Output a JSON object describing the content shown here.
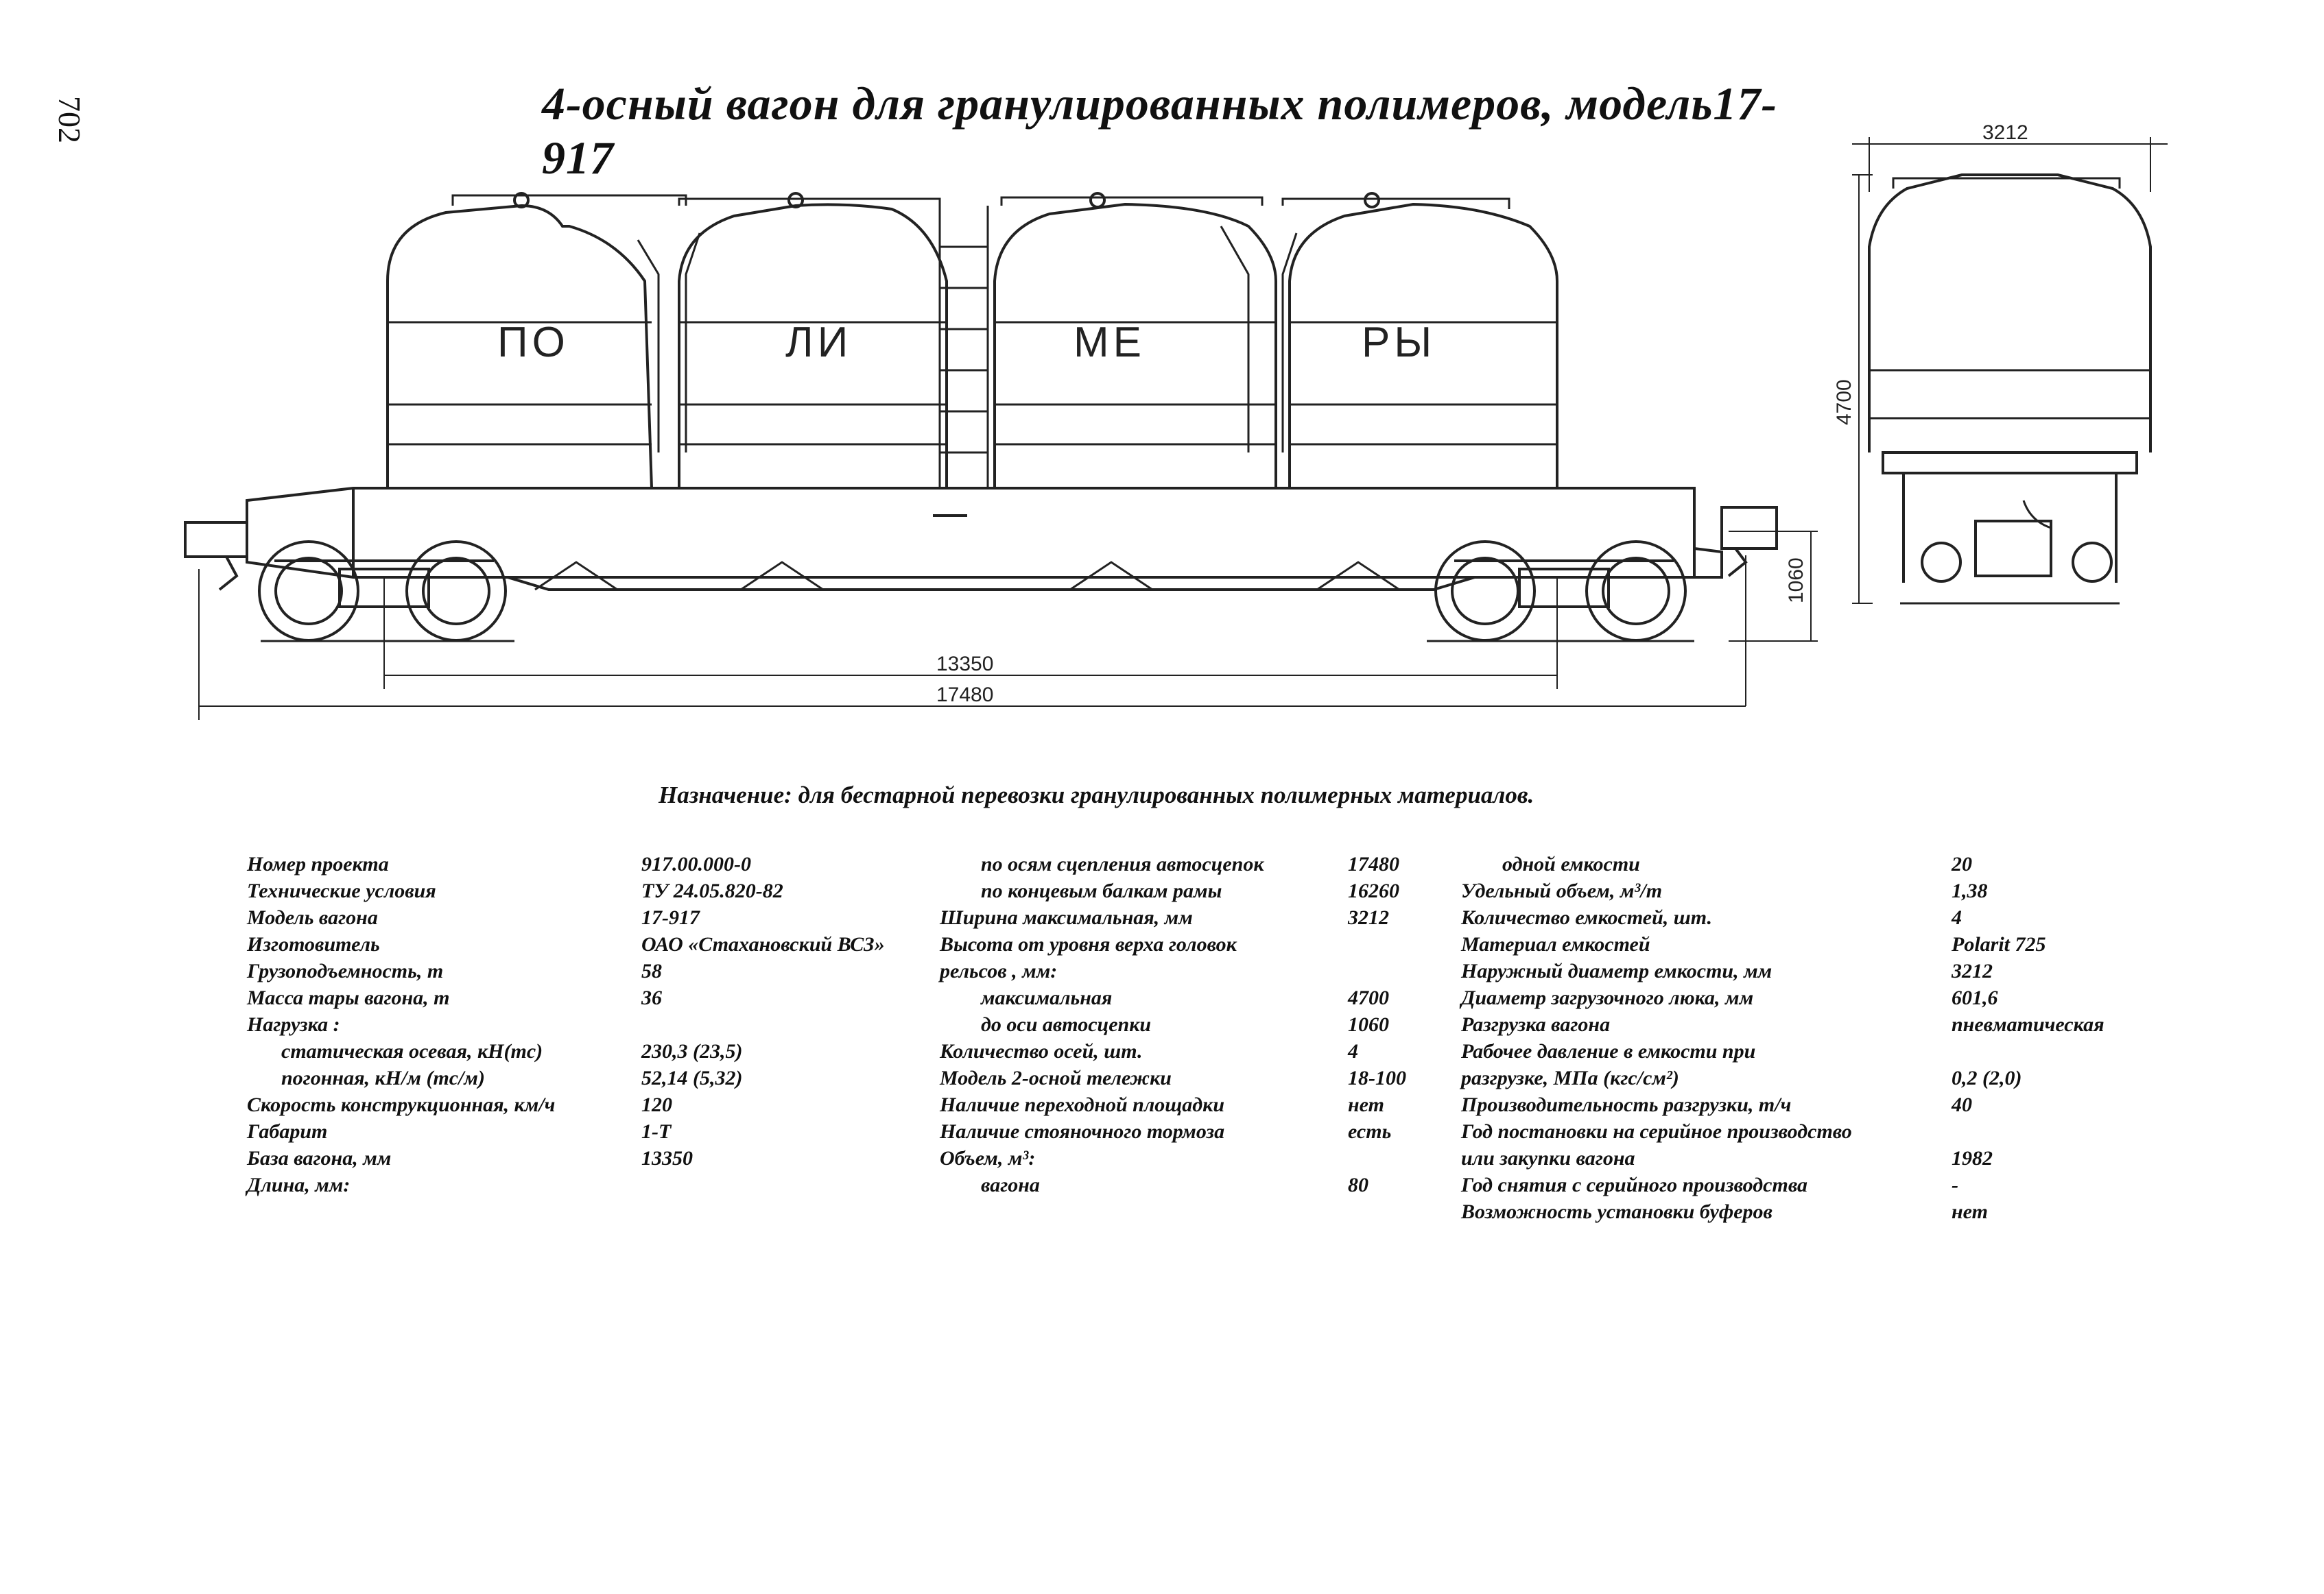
{
  "page_number": "702",
  "title": "4-осный вагон для гранулированных полимеров, модель17-917",
  "purpose": "Назначение: для бестарной перевозки гранулированных полимерных материалов.",
  "hopper_labels": [
    "ПО",
    "ЛИ",
    "МЕ",
    "РЫ"
  ],
  "dimensions": {
    "width_top": "3212",
    "height_side": "4700",
    "coupler_height": "1060",
    "base": "13350",
    "length": "17480"
  },
  "specs_col1": [
    {
      "label": "Номер проекта",
      "value": "917.00.000-0",
      "indent": 0
    },
    {
      "label": "Технические условия",
      "value": "ТУ 24.05.820-82",
      "indent": 0
    },
    {
      "label": "Модель вагона",
      "value": "17-917",
      "indent": 0
    },
    {
      "label": "Изготовитель",
      "value": "ОАО «Стахановский ВСЗ»",
      "indent": 0
    },
    {
      "label": "Грузоподъемность, т",
      "value": "58",
      "indent": 0
    },
    {
      "label": "Масса тары вагона, т",
      "value": "36",
      "indent": 0
    },
    {
      "label": "Нагрузка :",
      "value": "",
      "indent": 0
    },
    {
      "label": "статическая осевая, кН(тс)",
      "value": "230,3 (23,5)",
      "indent": 1
    },
    {
      "label": "погонная, кН/м (тс/м)",
      "value": "52,14 (5,32)",
      "indent": 1
    },
    {
      "label": "Скорость конструкционная, км/ч",
      "value": "120",
      "indent": 0
    },
    {
      "label": "Габарит",
      "value": "1-Т",
      "indent": 0
    },
    {
      "label": "База вагона, мм",
      "value": "13350",
      "indent": 0
    },
    {
      "label": "Длина, мм:",
      "value": "",
      "indent": 0
    }
  ],
  "specs_col2": [
    {
      "label": "по осям сцепления автосцепок",
      "value": "17480",
      "indent": 1
    },
    {
      "label": "по концевым балкам рамы",
      "value": "16260",
      "indent": 1
    },
    {
      "label": "Ширина максимальная, мм",
      "value": "3212",
      "indent": 0
    },
    {
      "label": "Высота от уровня верха головок",
      "value": "",
      "indent": 0
    },
    {
      "label": "рельсов , мм:",
      "value": "",
      "indent": 0
    },
    {
      "label": "максимальная",
      "value": "4700",
      "indent": 1
    },
    {
      "label": "до оси автосцепки",
      "value": "1060",
      "indent": 1
    },
    {
      "label": "Количество осей, шт.",
      "value": "4",
      "indent": 0
    },
    {
      "label": "Модель 2-осной тележки",
      "value": "18-100",
      "indent": 0
    },
    {
      "label": "Наличие переходной площадки",
      "value": "нет",
      "indent": 0
    },
    {
      "label": "Наличие стояночного тормоза",
      "value": "есть",
      "indent": 0
    },
    {
      "label": "Объем, м³:",
      "value": "",
      "indent": 0
    },
    {
      "label": "вагона",
      "value": "80",
      "indent": 1
    }
  ],
  "specs_col3": [
    {
      "label": "одной емкости",
      "value": "20",
      "indent": 1
    },
    {
      "label": "Удельный объем, м³/т",
      "value": "1,38",
      "indent": 0
    },
    {
      "label": "Количество емкостей, шт.",
      "value": "4",
      "indent": 0
    },
    {
      "label": "Материал емкостей",
      "value": "Polarit 725",
      "indent": 0
    },
    {
      "label": "Наружный диаметр емкости, мм",
      "value": "3212",
      "indent": 0
    },
    {
      "label": "Диаметр загрузочного люка, мм",
      "value": "601,6",
      "indent": 0
    },
    {
      "label": "Разгрузка вагона",
      "value": "пневматическая",
      "indent": 0
    },
    {
      "label": "Рабочее давление в емкости при",
      "value": "",
      "indent": 0
    },
    {
      "label": "разгрузке, МПа (кгс/см²)",
      "value": "0,2 (2,0)",
      "indent": 0
    },
    {
      "label": "Производительность разгрузки, т/ч",
      "value": "40",
      "indent": 0
    },
    {
      "label": "Год постановки на серийное производство",
      "value": "",
      "indent": 0
    },
    {
      "label": "или закупки вагона",
      "value": "1982",
      "indent": 0
    },
    {
      "label": "Год снятия с серийного производства",
      "value": "-",
      "indent": 0
    },
    {
      "label": "Возможность установки буферов",
      "value": "нет",
      "indent": 0
    }
  ]
}
